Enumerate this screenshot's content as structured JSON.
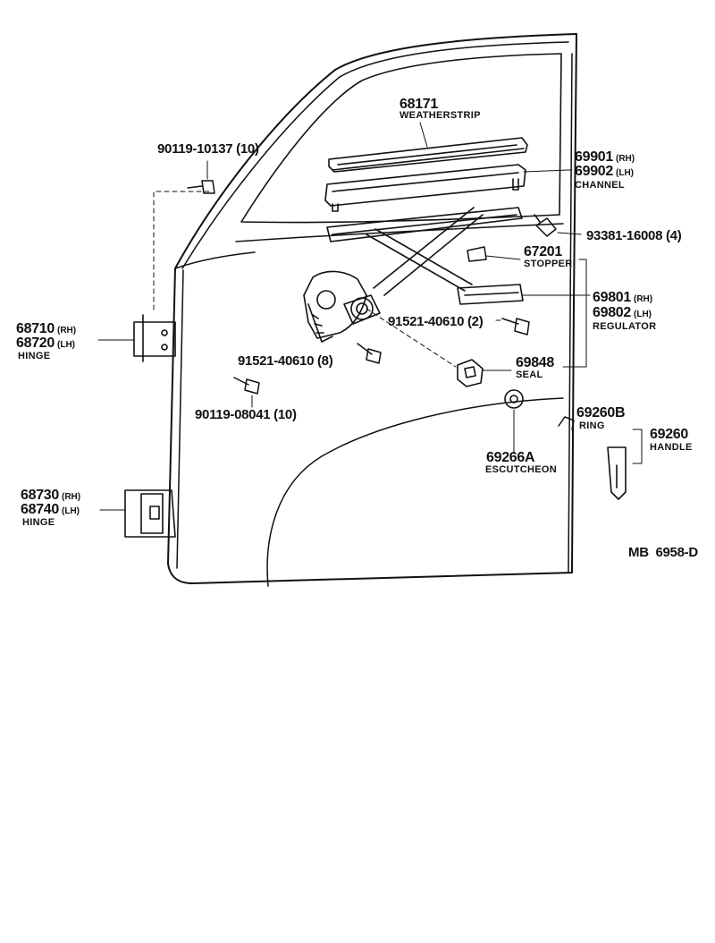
{
  "parts": {
    "weatherstrip": {
      "number": "68171",
      "name": "WEATHERSTRIP"
    },
    "bolt_upper": {
      "number": "90119-10137 (10)"
    },
    "channel": {
      "number_rh": "69901",
      "tag_rh": "(RH)",
      "number_lh": "69902",
      "tag_lh": "(LH)",
      "name": "CHANNEL"
    },
    "bolt_channel": {
      "number": "93381-16008 (4)"
    },
    "stopper": {
      "number": "67201",
      "name": "STOPPER"
    },
    "regulator": {
      "number_rh": "69801",
      "tag_rh": "(RH)",
      "number_lh": "69802",
      "tag_lh": "(LH)",
      "name": "REGULATOR"
    },
    "bolt_regulator": {
      "number": "91521-40610 (2)"
    },
    "bolt_regulator_8": {
      "number": "91521-40610 (8)"
    },
    "seal": {
      "number": "69848",
      "name": "SEAL"
    },
    "hinge_upper": {
      "number_rh": "68710",
      "tag_rh": "(RH)",
      "number_lh": "68720",
      "tag_lh": "(LH)",
      "name": "HINGE"
    },
    "hinge_lower": {
      "number_rh": "68730",
      "tag_rh": "(RH)",
      "number_lh": "68740",
      "tag_lh": "(LH)",
      "name": "HINGE"
    },
    "bolt_hinge": {
      "number": "90119-08041 (10)"
    },
    "ring": {
      "number": "69260B",
      "name": "RING"
    },
    "handle": {
      "number": "69260",
      "name": "HANDLE"
    },
    "escutcheon": {
      "number": "69266A",
      "name": "ESCUTCHEON"
    }
  },
  "diagram_code": "MB  6958-D"
}
